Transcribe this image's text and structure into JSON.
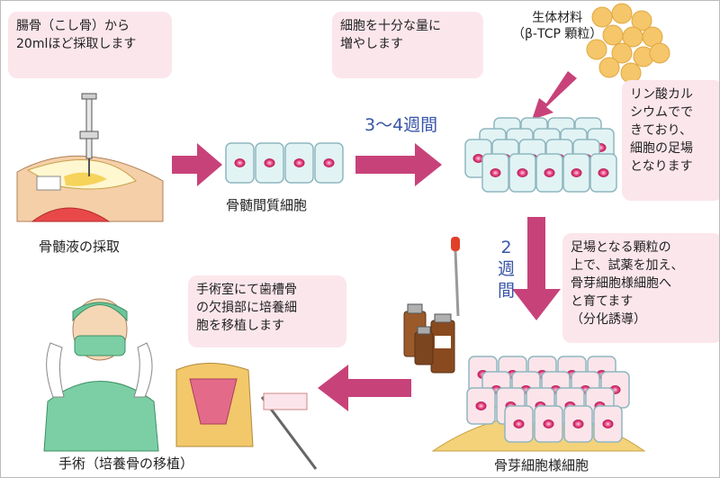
{
  "notes": {
    "harvest": "腸骨（こし骨）から\n20mlほど採取します",
    "expand": "細胞を十分な量に\n増やします",
    "material": "生体材料\n（β-TCP 顆粒）",
    "scaffold": "リン酸カル\nシウムでで\nきており、\n細胞の足場\nとなります",
    "induce": "足場となる顆粒の\n上で、試薬を加え、\n骨芽細胞様細胞へ\nと育てます\n（分化誘導）",
    "surgery": "手術室にて歯槽骨\nの欠損部に培養細\n胞を移植します"
  },
  "labels": {
    "aspiration": "骨髄液の採取",
    "mesenchymal": "骨髄間質細胞",
    "osteoblast": "骨芽細胞様細胞",
    "operation": "手術（培養骨の移植）"
  },
  "durations": {
    "weeks_expand": "3～4週間",
    "weeks_induce": "2\n週\n間"
  },
  "colors": {
    "note_bg": "#fbe6ec",
    "arrow": "#c8427a",
    "cell_fill": "#e2f3f4",
    "cell_stroke": "#8fb7c0",
    "nucleus": "#e23a78",
    "induced_cell_fill": "#fbe5ea",
    "granule": "#f5c66a",
    "bone": "#f0c040",
    "accent_text": "#3a55a8",
    "surgeon": "#6cc59a"
  }
}
